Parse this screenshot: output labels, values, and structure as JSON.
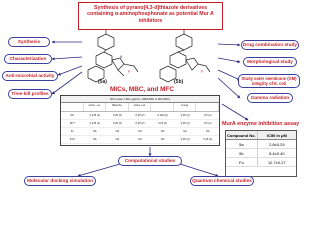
{
  "title": "Synthesis of pyrano[4,3-d]thiazole derivatives containing α-aminophosphonate as potential Mur A inhibitors",
  "left_topics": [
    "Synthesis",
    "Characterization",
    "Anti-microbial activity",
    "Time-kill profiles"
  ],
  "right_topics": [
    "Drug combination study",
    "Morphological study",
    "Study outer membrane (OM) integrity of E. coli",
    "Gamma radiation"
  ],
  "bottom_topics": [
    "Computational studies",
    "Molecular docking simulation",
    "Quantum chemical studies"
  ],
  "structures": [
    "(5a)",
    "(5b)"
  ],
  "mic_section": {
    "title": "MICs, MBC, and MFC",
    "header": "MIC (mean ± SD) (μg/mL) / (MBC/MIC or MFC/MIC)",
    "columns": [
      "",
      "Gram –ve",
      "Bacteria",
      "Gram +ve",
      "",
      "Fungi",
      ""
    ],
    "rows": [
      [
        "5a*",
        "0.125 (2)",
        "0.25 (2)",
        "0.25 (2)",
        "0.125 (2)",
        "0.25 (2)",
        "0.5 (2)"
      ],
      [
        "5b**",
        "0.125 (2)",
        "0.25 (2)",
        "0.25 (2)",
        "0.25 (2)",
        "0.25 (2)",
        "0.5 (2)"
      ],
      [
        "5c",
        "NA",
        "NA",
        "NA",
        "NA",
        "NA",
        "NA"
      ],
      [
        "FCZ",
        "NA",
        "NA",
        "NA",
        "NA",
        "0.25 (2)",
        "0.25 (2)"
      ]
    ]
  },
  "mur_section": {
    "title": "MurA enzyme inhibition assay",
    "head": [
      "Compound No.",
      "IC50 in μM"
    ],
    "rows": [
      [
        "5a",
        "2.8±0.29"
      ],
      [
        "5b",
        "6.4±0.40"
      ],
      [
        "Fo",
        "12.7±0.27"
      ]
    ]
  },
  "colors": {
    "accent": "#c81e2a",
    "border": "#3b3fa0",
    "arrow": "#2a2a80"
  }
}
